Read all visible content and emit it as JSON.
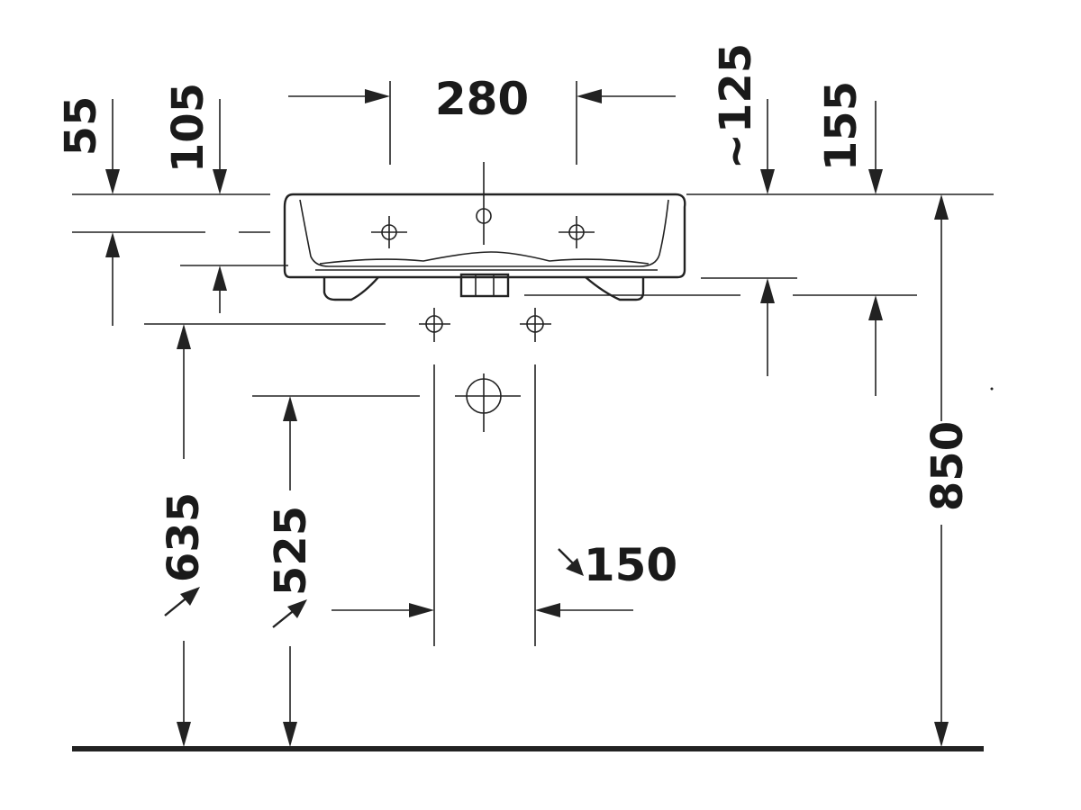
{
  "dimensions": {
    "d55": "55",
    "d105": "105",
    "d280": "280",
    "d125": "~125",
    "d155": "155",
    "d850": "850",
    "d635": "635",
    "d525": "525",
    "d150": "150"
  },
  "colors": {
    "line": "#222222",
    "background": "#ffffff"
  }
}
